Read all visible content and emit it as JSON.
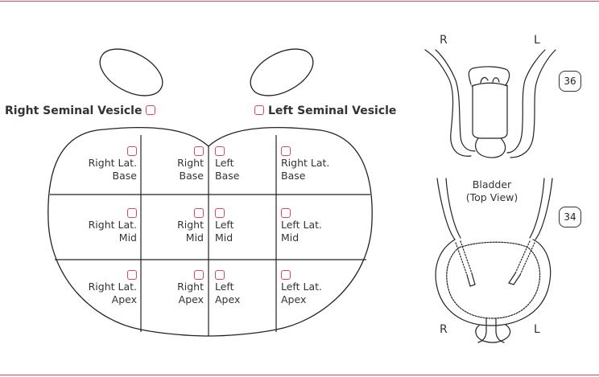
{
  "seminal_vesicles": {
    "right_label": "Right Seminal Vesicle",
    "left_label": "Left Seminal Vesicle"
  },
  "zones": {
    "base": [
      {
        "line1": "Right Lat.",
        "line2": "Base"
      },
      {
        "line1": "Right",
        "line2": "Base"
      },
      {
        "line1": "Left",
        "line2": "Base"
      },
      {
        "line1": "Right Lat.",
        "line2": "Base"
      }
    ],
    "mid": [
      {
        "line1": "Right Lat.",
        "line2": "Mid"
      },
      {
        "line1": "Right",
        "line2": "Mid"
      },
      {
        "line1": "Left",
        "line2": "Mid"
      },
      {
        "line1": "Left Lat.",
        "line2": "Mid"
      }
    ],
    "apex": [
      {
        "line1": "Right Lat.",
        "line2": "Apex"
      },
      {
        "line1": "Right",
        "line2": "Apex"
      },
      {
        "line1": "Left",
        "line2": "Apex"
      },
      {
        "line1": "Left Lat.",
        "line2": "Apex"
      }
    ]
  },
  "side_view": {
    "right_letter": "R",
    "left_letter": "L",
    "badge": "36"
  },
  "bladder_view": {
    "caption_line1": "Bladder",
    "caption_line2": "(Top View)",
    "badge": "34",
    "right_letter": "R",
    "left_letter": "L"
  },
  "colors": {
    "accent": "#e0455e",
    "outline": "#333333"
  }
}
